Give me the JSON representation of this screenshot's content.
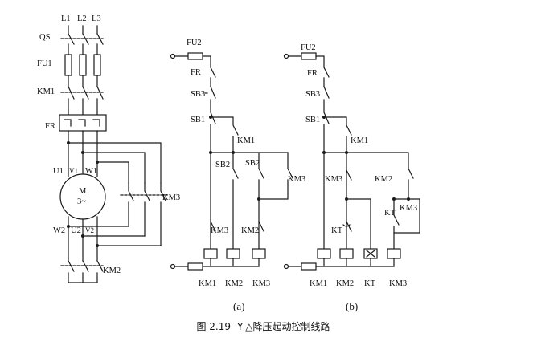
{
  "labels": {
    "L1": "L1",
    "L2": "L2",
    "L3": "L3",
    "QS": "QS",
    "FU1": "FU1",
    "KM1": "KM1",
    "FR": "FR",
    "U1": "U1",
    "V1": "V1",
    "W1": "W1",
    "W2": "W2",
    "U2": "U2",
    "V2": "V2",
    "motor_m": "M",
    "motor_3": "3~",
    "KM3": "KM3",
    "KM2": "KM2",
    "FU2": "FU2",
    "SB3": "SB3",
    "SB1": "SB1",
    "SB2": "SB2",
    "KT": "KT"
  },
  "subfig_a": "(a)",
  "subfig_b": "(b)",
  "caption": {
    "number": "图 2.19",
    "title": "Y-△降压起动控制线路"
  }
}
